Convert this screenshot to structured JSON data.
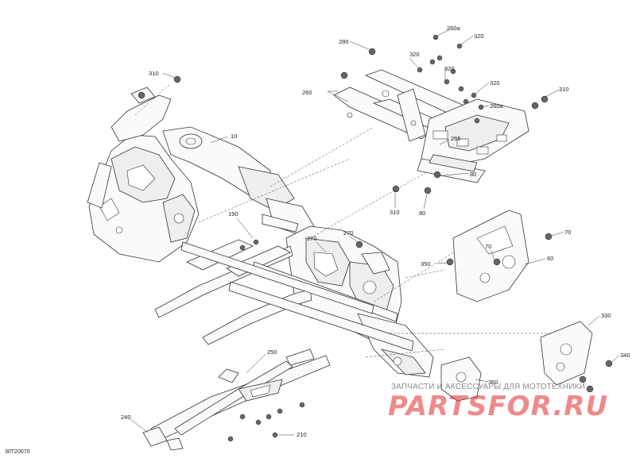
{
  "diagram_ref": "30T20070",
  "watermark": {
    "text": "ЗАПЧАСТИ И АКСЕССУАРЫ ДЛЯ МОТОТЕХНИКИ",
    "logo": "PARTSFOR.RU"
  },
  "callouts": {
    "c10": "10",
    "c80a": "80",
    "c80b": "80",
    "c60": "60",
    "c70a": "70",
    "c70b": "70",
    "c190": "190",
    "c210": "210",
    "c240": "240",
    "c250": "250",
    "c260": "260",
    "c260a1": "260a",
    "c260a2": "260a",
    "c265": "265",
    "c270a": "270",
    "c270b": "270",
    "c280": "280",
    "c310a": "310",
    "c310b": "310",
    "c310c": "310",
    "c320a": "320",
    "c320b": "320",
    "c320c": "320",
    "c320d": "320",
    "c330": "330",
    "c340": "340",
    "c350": "350",
    "c360": "360"
  }
}
